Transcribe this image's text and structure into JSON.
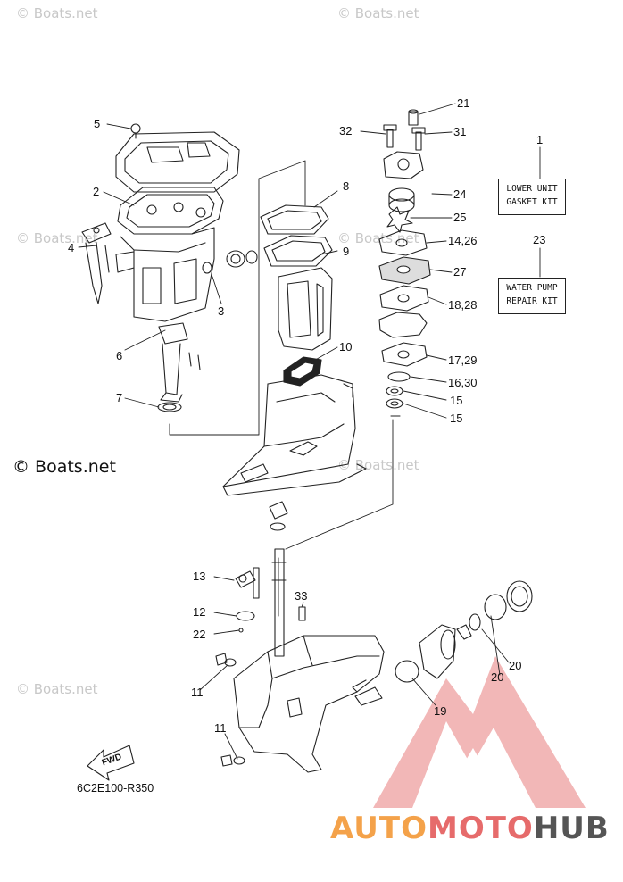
{
  "diagram": {
    "watermark": "© Boats.net",
    "diagram_code": "6C2E100-R350",
    "fwd_label": "FWD",
    "kit_boxes": {
      "lower_unit_gasket_kit": [
        "LOWER UNIT",
        "GASKET KIT"
      ],
      "water_pump_repair_kit": [
        "WATER PUMP",
        "REPAIR KIT"
      ]
    },
    "callouts": {
      "c1": "1",
      "c2": "2",
      "c3": "3",
      "c4": "4",
      "c5": "5",
      "c6": "6",
      "c7": "7",
      "c8": "8",
      "c9": "9",
      "c10": "10",
      "c11a": "11",
      "c11b": "11",
      "c12": "12",
      "c13": "13",
      "c14_26": "14,26",
      "c15a": "15",
      "c15b": "15",
      "c16_30": "16,30",
      "c17_29": "17,29",
      "c18_28": "18,28",
      "c19": "19",
      "c20a": "20",
      "c20b": "20",
      "c21": "21",
      "c22": "22",
      "c23": "23",
      "c24": "24",
      "c25": "25",
      "c27": "27",
      "c31": "31",
      "c32": "32",
      "c33": "33"
    },
    "brand": {
      "part1": "AUTO",
      "part2": "MOTO",
      "part3": "HUB"
    },
    "colors": {
      "line": "#222222",
      "watermark": "#c8c8c8",
      "brand_orange": "#f4a24a",
      "brand_red": "#e66b6b",
      "brand_gray": "#555555",
      "logo_fill": "#f2b7b7"
    }
  }
}
